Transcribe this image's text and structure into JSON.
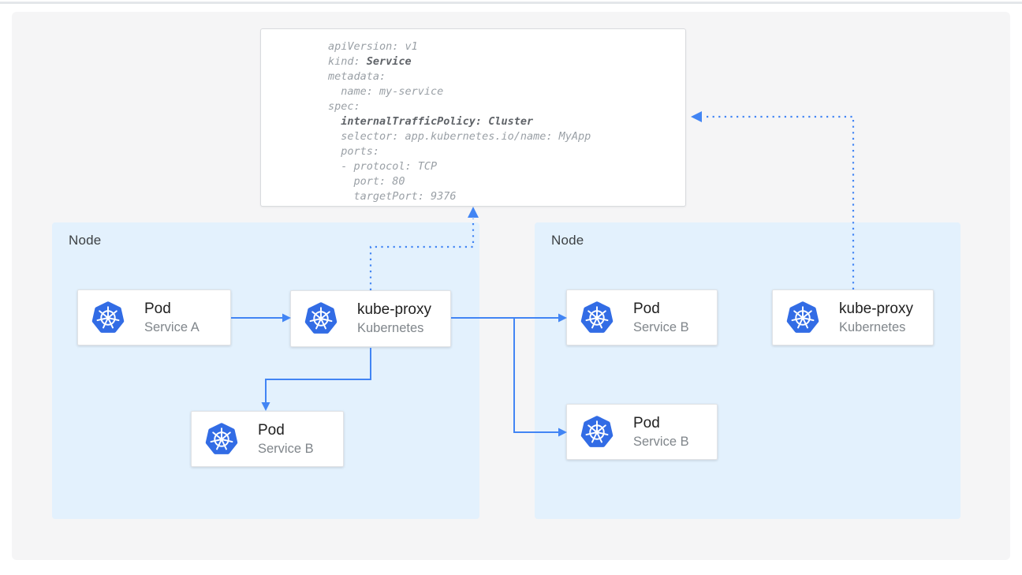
{
  "yaml_card": {
    "lines": [
      {
        "t1": "apiVersion: v1"
      },
      {
        "t1": "kind: ",
        "t2": "Service"
      },
      {
        "t1": "metadata:"
      },
      {
        "t1": "  name: my-service"
      },
      {
        "t1": "spec:"
      },
      {
        "t2": "  internalTrafficPolicy: Cluster"
      },
      {
        "t1": "  selector: app.kubernetes.io/name: MyApp"
      },
      {
        "t1": "  ports:"
      },
      {
        "t1": "  - protocol: TCP"
      },
      {
        "t1": "    port: 80"
      },
      {
        "t1": "    targetPort: 9376"
      }
    ]
  },
  "nodes": {
    "left_label": "Node",
    "right_label": "Node"
  },
  "cards": {
    "pod_a": {
      "title": "Pod",
      "subtitle": "Service A",
      "icon": "kubernetes-logo"
    },
    "kube_proxy_left": {
      "title": "kube-proxy",
      "subtitle": "Kubernetes",
      "icon": "kubernetes-logo"
    },
    "pod_b_left": {
      "title": "Pod",
      "subtitle": "Service B",
      "icon": "kubernetes-logo"
    },
    "pod_b_right_top": {
      "title": "Pod",
      "subtitle": "Service B",
      "icon": "kubernetes-logo"
    },
    "pod_b_right_bottom": {
      "title": "Pod",
      "subtitle": "Service B",
      "icon": "kubernetes-logo"
    },
    "kube_proxy_right": {
      "title": "kube-proxy",
      "subtitle": "Kubernetes",
      "icon": "kubernetes-logo"
    }
  },
  "colors": {
    "arrow_blue": "#4285f4",
    "k8s_blue": "#326ce5",
    "node_bg": "#e3f1fd",
    "code_gray": "#9aa0a6",
    "code_bold": "#5f6368"
  }
}
